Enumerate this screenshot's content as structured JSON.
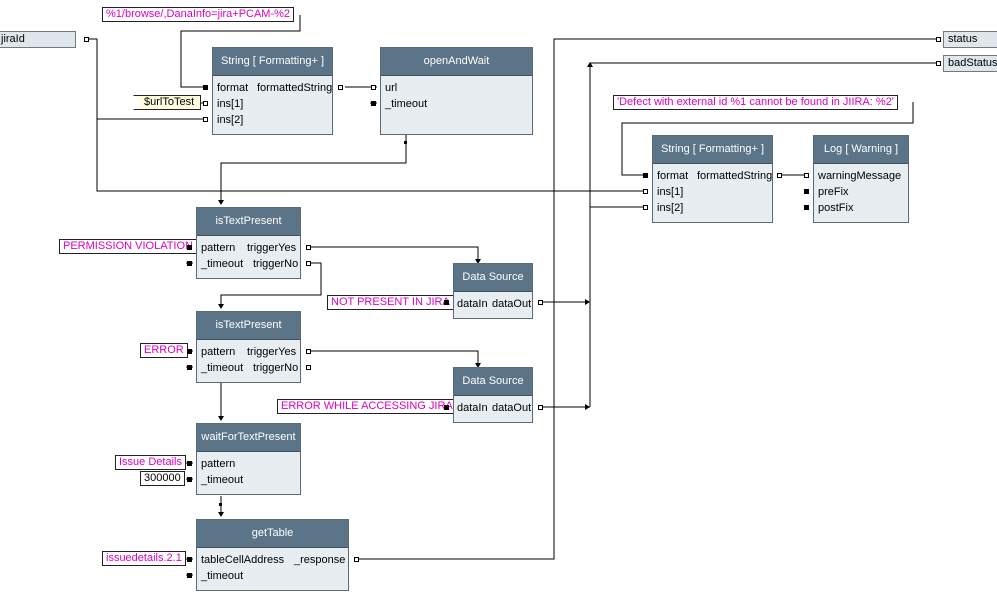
{
  "ports": {
    "jiraId": "jiraId",
    "status": "status",
    "badStatus": "badStatus"
  },
  "constants": {
    "browse_url": "%1/browse/,DanaInfo=jira+PCAM-%2",
    "url_to_test": "$urlToTest",
    "defect_msg": "'Defect with external id %1 cannot be found in JIIRA: %2'",
    "permission_violation": "PERMISSION VIOLATION",
    "not_present": "NOT PRESENT IN JIRA",
    "error": "ERROR",
    "error_accessing": "ERROR WHILE ACCESSING JIRA",
    "issue_details": "Issue Details",
    "timeout_value": "300000",
    "issuedetails_addr": "issuedetails.2.1"
  },
  "nodes": {
    "string_fmt_1": {
      "title": "String [ Formatting+ ]",
      "format": "format",
      "formatted": "formattedString",
      "ins1": "ins[1]",
      "ins2": "ins[2]"
    },
    "open_and_wait": {
      "title": "openAndWait",
      "url": "url",
      "timeout": "_timeout"
    },
    "string_fmt_2": {
      "title": "String [ Formatting+ ]",
      "format": "format",
      "formatted": "formattedString",
      "ins1": "ins[1]",
      "ins2": "ins[2]"
    },
    "log_warning": {
      "title": "Log [ Warning ]",
      "warning": "warningMessage",
      "prefix": "preFix",
      "postfix": "postFix"
    },
    "is_text_present_1": {
      "title": "isTextPresent",
      "pattern": "pattern",
      "timeout": "_timeout",
      "trigger_yes": "triggerYes",
      "trigger_no": "triggerNo"
    },
    "data_source_1": {
      "title": "Data Source",
      "data_in": "dataIn",
      "data_out": "dataOut"
    },
    "is_text_present_2": {
      "title": "isTextPresent",
      "pattern": "pattern",
      "timeout": "_timeout",
      "trigger_yes": "triggerYes",
      "trigger_no": "triggerNo"
    },
    "data_source_2": {
      "title": "Data Source",
      "data_in": "dataIn",
      "data_out": "dataOut"
    },
    "wait_for_text": {
      "title": "waitForTextPresent",
      "pattern": "pattern",
      "timeout": "_timeout"
    },
    "get_table": {
      "title": "getTable",
      "cell": "tableCellAddress",
      "response": "_response",
      "timeout": "_timeout"
    }
  }
}
